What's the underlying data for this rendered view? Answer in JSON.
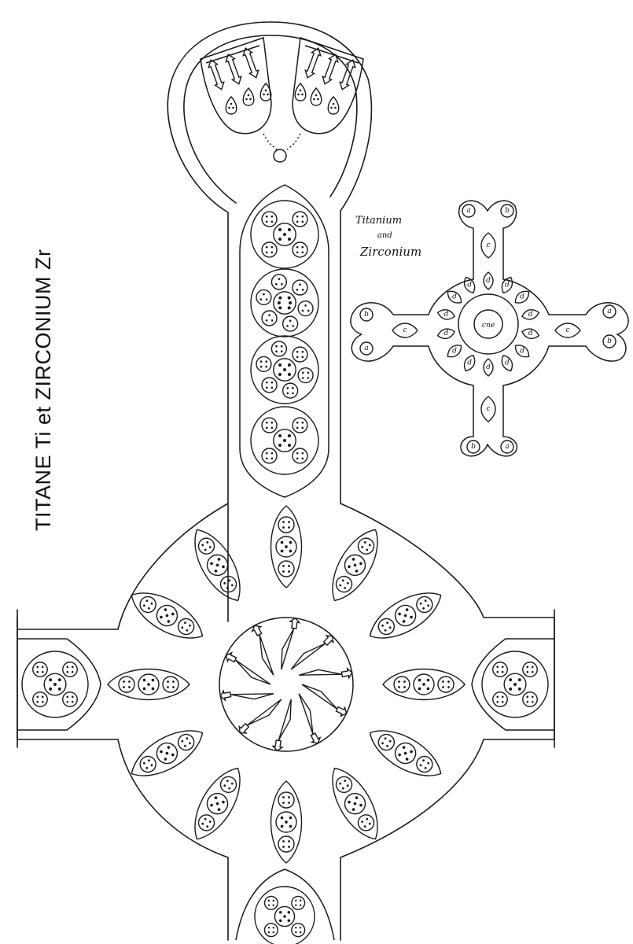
{
  "title": "TITANE Ti et ZIRCONIUM Zr",
  "inset": {
    "caption_line1": "Titanium",
    "caption_line2": "and",
    "caption_line3": "Zirconium",
    "center_label": "cne",
    "labels": {
      "a": "a",
      "b": "b",
      "c": "c",
      "d": "d"
    }
  },
  "colors": {
    "ink": "#1a1a1a",
    "paper": "#ffffff"
  }
}
